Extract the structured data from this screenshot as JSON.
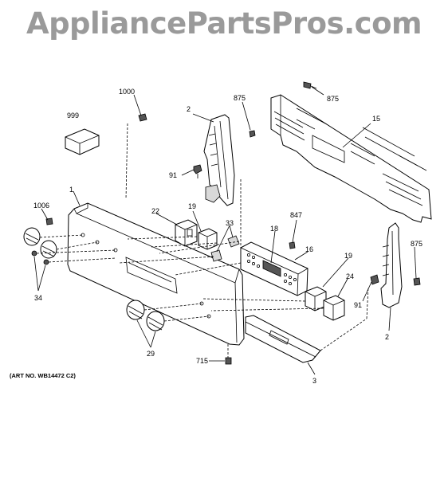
{
  "watermark": "AppliancePartsPros.com",
  "art_number": "(ART NO. WB14472 C2)",
  "callouts": {
    "c1000": "1000",
    "c999": "999",
    "c2a": "2",
    "c875a": "875",
    "c875b": "875",
    "c15": "15",
    "c91a": "91",
    "c1": "1",
    "c1006": "1006",
    "c22": "22",
    "c19a": "19",
    "c33": "33",
    "c847": "847",
    "c18": "18",
    "c16": "16",
    "c19b": "19",
    "c24": "24",
    "c875c": "875",
    "c91b": "91",
    "c2b": "2",
    "c34": "34",
    "c29": "29",
    "c715": "715",
    "c3": "3"
  }
}
